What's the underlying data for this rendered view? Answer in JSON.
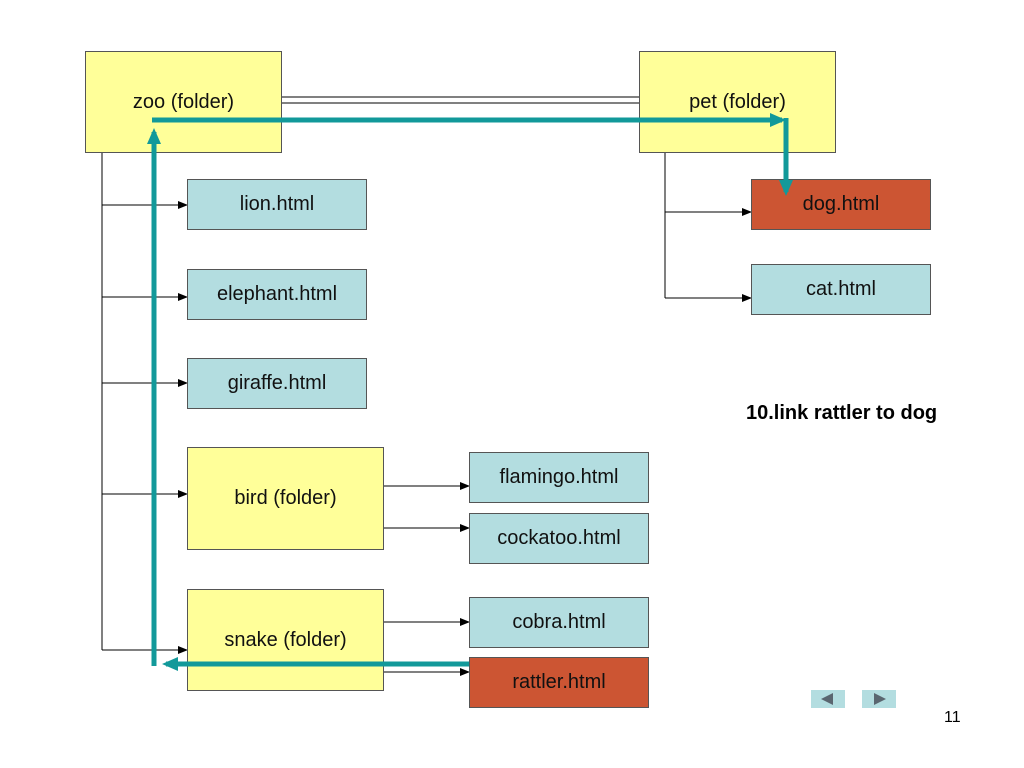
{
  "diagram": {
    "nodes": [
      {
        "id": "zoo",
        "label": "zoo (folder)",
        "kind": "folder"
      },
      {
        "id": "pet",
        "label": "pet (folder)",
        "kind": "folder"
      },
      {
        "id": "lion",
        "label": "lion.html",
        "kind": "file"
      },
      {
        "id": "elephant",
        "label": "elephant.html",
        "kind": "file"
      },
      {
        "id": "giraffe",
        "label": "giraffe.html",
        "kind": "file"
      },
      {
        "id": "bird",
        "label": "bird (folder)",
        "kind": "folder"
      },
      {
        "id": "snake",
        "label": "snake (folder)",
        "kind": "folder"
      },
      {
        "id": "flamingo",
        "label": "flamingo.html",
        "kind": "file"
      },
      {
        "id": "cockatoo",
        "label": "cockatoo.html",
        "kind": "file"
      },
      {
        "id": "cobra",
        "label": "cobra.html",
        "kind": "file"
      },
      {
        "id": "rattler",
        "label": "rattler.html",
        "kind": "file",
        "highlighted": true
      },
      {
        "id": "dog",
        "label": "dog.html",
        "kind": "file",
        "highlighted": true
      },
      {
        "id": "cat",
        "label": "cat.html",
        "kind": "file"
      }
    ],
    "edges": [
      {
        "from": "zoo",
        "to": "pet",
        "type": "connector"
      },
      {
        "from": "zoo",
        "to": "lion",
        "type": "contains"
      },
      {
        "from": "zoo",
        "to": "elephant",
        "type": "contains"
      },
      {
        "from": "zoo",
        "to": "giraffe",
        "type": "contains"
      },
      {
        "from": "zoo",
        "to": "bird",
        "type": "contains"
      },
      {
        "from": "zoo",
        "to": "snake",
        "type": "contains"
      },
      {
        "from": "bird",
        "to": "flamingo",
        "type": "contains"
      },
      {
        "from": "bird",
        "to": "cockatoo",
        "type": "contains"
      },
      {
        "from": "snake",
        "to": "cobra",
        "type": "contains"
      },
      {
        "from": "snake",
        "to": "rattler",
        "type": "contains"
      },
      {
        "from": "pet",
        "to": "dog",
        "type": "contains"
      },
      {
        "from": "pet",
        "to": "cat",
        "type": "contains"
      },
      {
        "from": "rattler",
        "to": "dog",
        "type": "link-path"
      }
    ]
  },
  "caption": "10.link rattler to dog",
  "page_number": "11",
  "nav": {
    "prev_icon": "triangle-left-icon",
    "next_icon": "triangle-right-icon"
  },
  "colors": {
    "folder": "#ffff99",
    "file": "#b3dde0",
    "highlight": "#cc5533",
    "link_path": "#12999a",
    "nav_button": "#b3dde0",
    "nav_arrow": "#5a6670"
  }
}
